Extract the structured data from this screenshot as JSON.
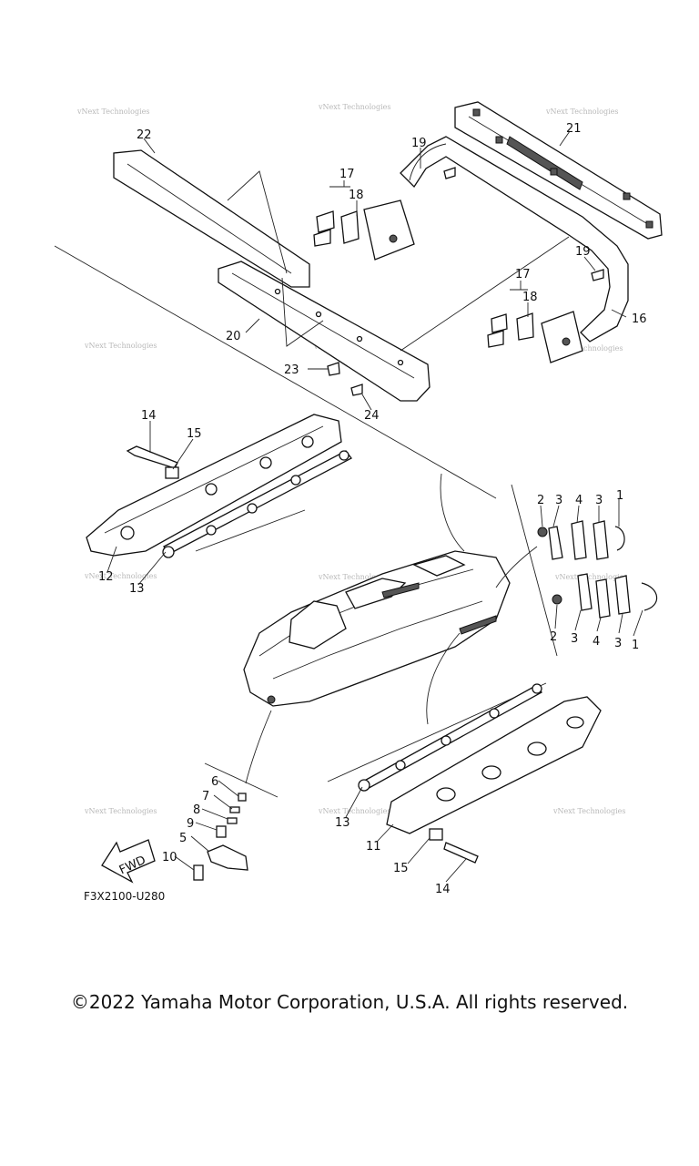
{
  "diagram": {
    "callouts": {
      "c1a": "1",
      "c1b": "1",
      "c2a": "2",
      "c2b": "2",
      "c3a": "3",
      "c3b": "3",
      "c3c": "3",
      "c3d": "3",
      "c4a": "4",
      "c4b": "4",
      "c5": "5",
      "c6": "6",
      "c7": "7",
      "c8": "8",
      "c9": "9",
      "c10": "10",
      "c11": "11",
      "c12": "12",
      "c13a": "13",
      "c13b": "13",
      "c14a": "14",
      "c14b": "14",
      "c15a": "15",
      "c15b": "15",
      "c16": "16",
      "c17a": "17",
      "c17b": "17",
      "c18a": "18",
      "c18b": "18",
      "c19a": "19",
      "c19b": "19",
      "c20": "20",
      "c21": "21",
      "c22": "22",
      "c23": "23",
      "c24": "24"
    },
    "fwd_label": "FWD",
    "diagram_code": "F3X2100-U280",
    "watermark": "vNext Technologies"
  },
  "footer": {
    "copyright": "©2022 Yamaha Motor Corporation, U.S.A. All rights reserved."
  }
}
